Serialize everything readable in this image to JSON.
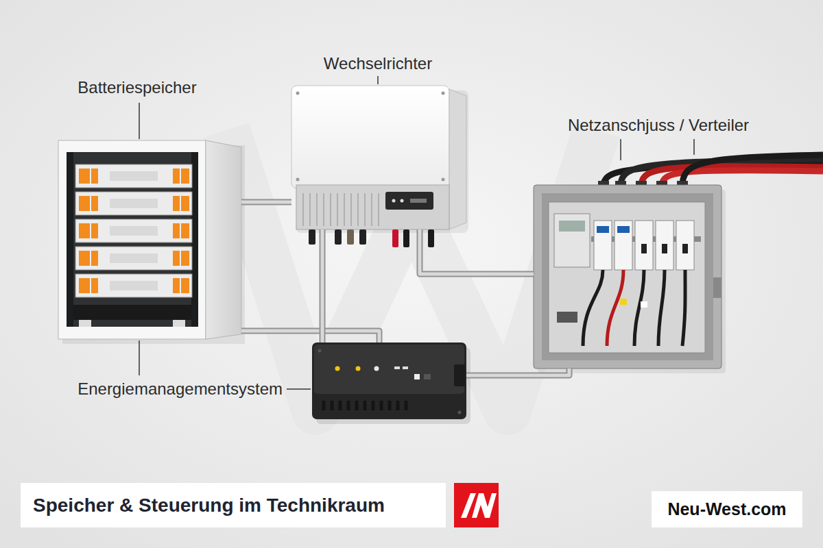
{
  "diagram": {
    "title": "Speicher & Steuerung im Technikraum",
    "nodes": [
      {
        "text": [
          "Batteriespeicher"
        ]
      },
      {
        "text": [
          "Wechselrichter"
        ]
      },
      {
        "text": [
          "Netzanschjuss / Verteiler"
        ]
      },
      {
        "text": [
          "Energiemanagementsystem"
        ]
      }
    ],
    "edges": [
      {
        "from": 0,
        "to": 1,
        "arrow": "none"
      },
      {
        "from": 1,
        "to": 2,
        "arrow": "none"
      },
      {
        "from": 0,
        "to": 3,
        "arrow": "none"
      },
      {
        "from": 1,
        "to": 3,
        "arrow": "none"
      },
      {
        "from": 3,
        "to": 2,
        "arrow": "none"
      }
    ],
    "labels": [
      "Neu-West.com"
    ]
  }
}
